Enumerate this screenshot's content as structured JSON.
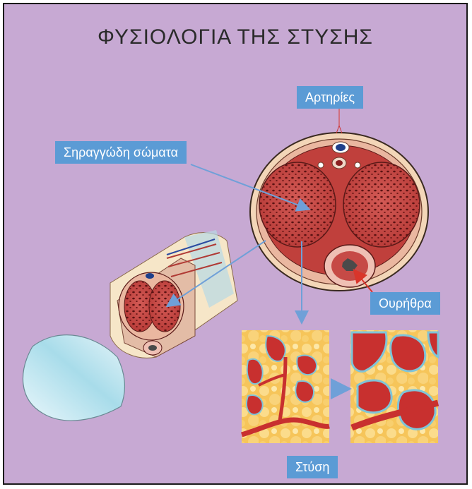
{
  "title": "ΦΥΣΙΟΛΟΓΙΑ ΤΗΣ ΣΤΥΣΗΣ",
  "labels": {
    "arteries": "Αρτηρίες",
    "corpora_cavernosa": "Σηραγγώδη σώματα",
    "urethra": "Ουρήθρα",
    "erection": "Στύση"
  },
  "colors": {
    "background": "#c7a9d3",
    "label_fill": "#5b9bd5",
    "arrow": "#6fa0d8",
    "tissue_red": "#c8302f",
    "urethra_arrow": "#d9352b"
  }
}
